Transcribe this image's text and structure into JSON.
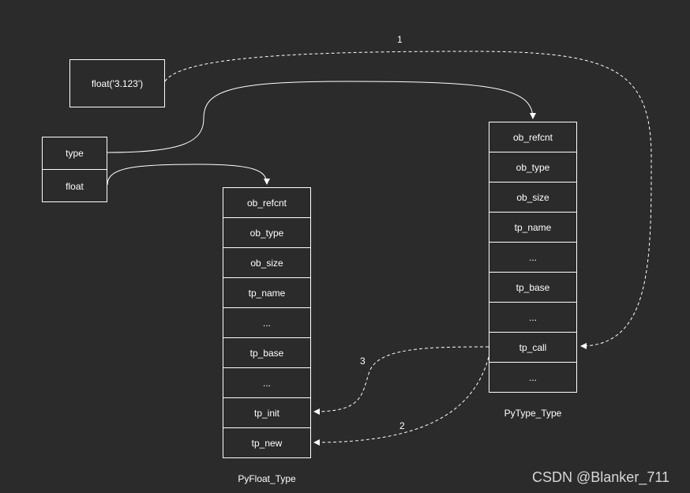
{
  "float_call": "float('3.123')",
  "var_table": [
    "type",
    "float"
  ],
  "pyfloat": {
    "fields": [
      "ob_refcnt",
      "ob_type",
      "ob_size",
      "tp_name",
      "...",
      "tp_base",
      "...",
      "tp_init",
      "tp_new"
    ],
    "caption": "PyFloat_Type"
  },
  "pytype": {
    "fields": [
      "ob_refcnt",
      "ob_type",
      "ob_size",
      "tp_name",
      "...",
      "tp_base",
      "...",
      "tp_call",
      "..."
    ],
    "caption": "PyType_Type"
  },
  "steps": {
    "one": "1",
    "two": "2",
    "three": "3"
  },
  "watermark": "CSDN @Blanker_711",
  "colors": {
    "background": "#2b2b2b",
    "line": "#ffffff"
  }
}
